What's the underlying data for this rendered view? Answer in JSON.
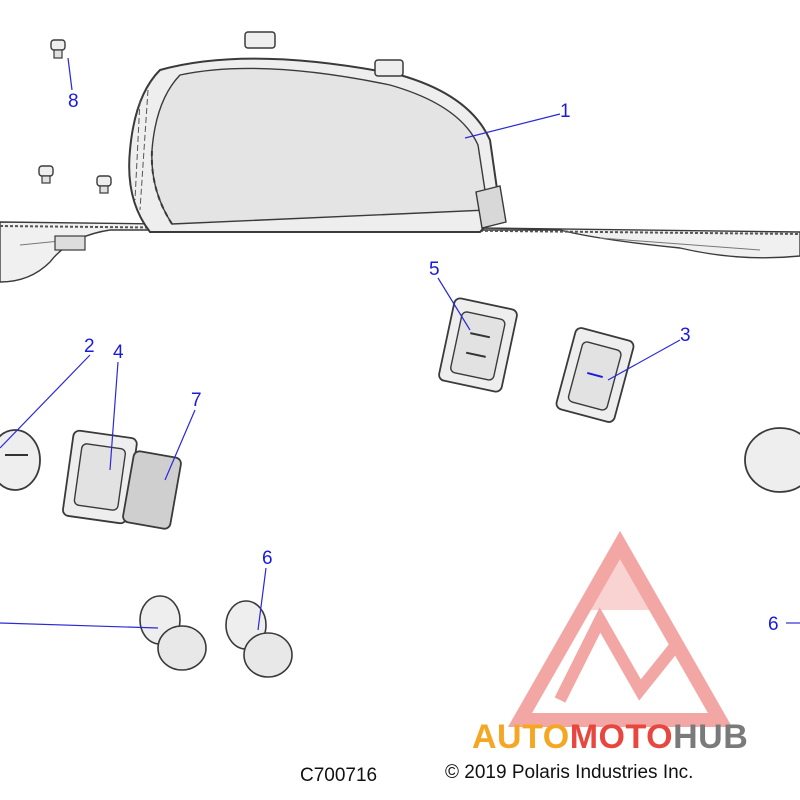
{
  "callouts": {
    "c1": "1",
    "c2": "2",
    "c3": "3",
    "c4": "4",
    "c5": "5",
    "c6a": "6",
    "c6b": "6",
    "c7": "7",
    "c8": "8"
  },
  "footer": {
    "part_code": "C700716",
    "copyright": "© 2019 Polaris Industries Inc."
  },
  "watermark": {
    "word_part1": "AUTO",
    "word_part2": "MOTO",
    "word_part3": "HUB",
    "colors": {
      "orange": "#f5a623",
      "red": "#e8473f",
      "gray": "#7a7a7a",
      "logo_pink": "#f08a86"
    }
  },
  "colors": {
    "callout_blue": "#1a1ae0",
    "leader_blue": "#2a2ad8",
    "line_art": "#3a3a3a",
    "part_fill": "#eeeeee"
  }
}
